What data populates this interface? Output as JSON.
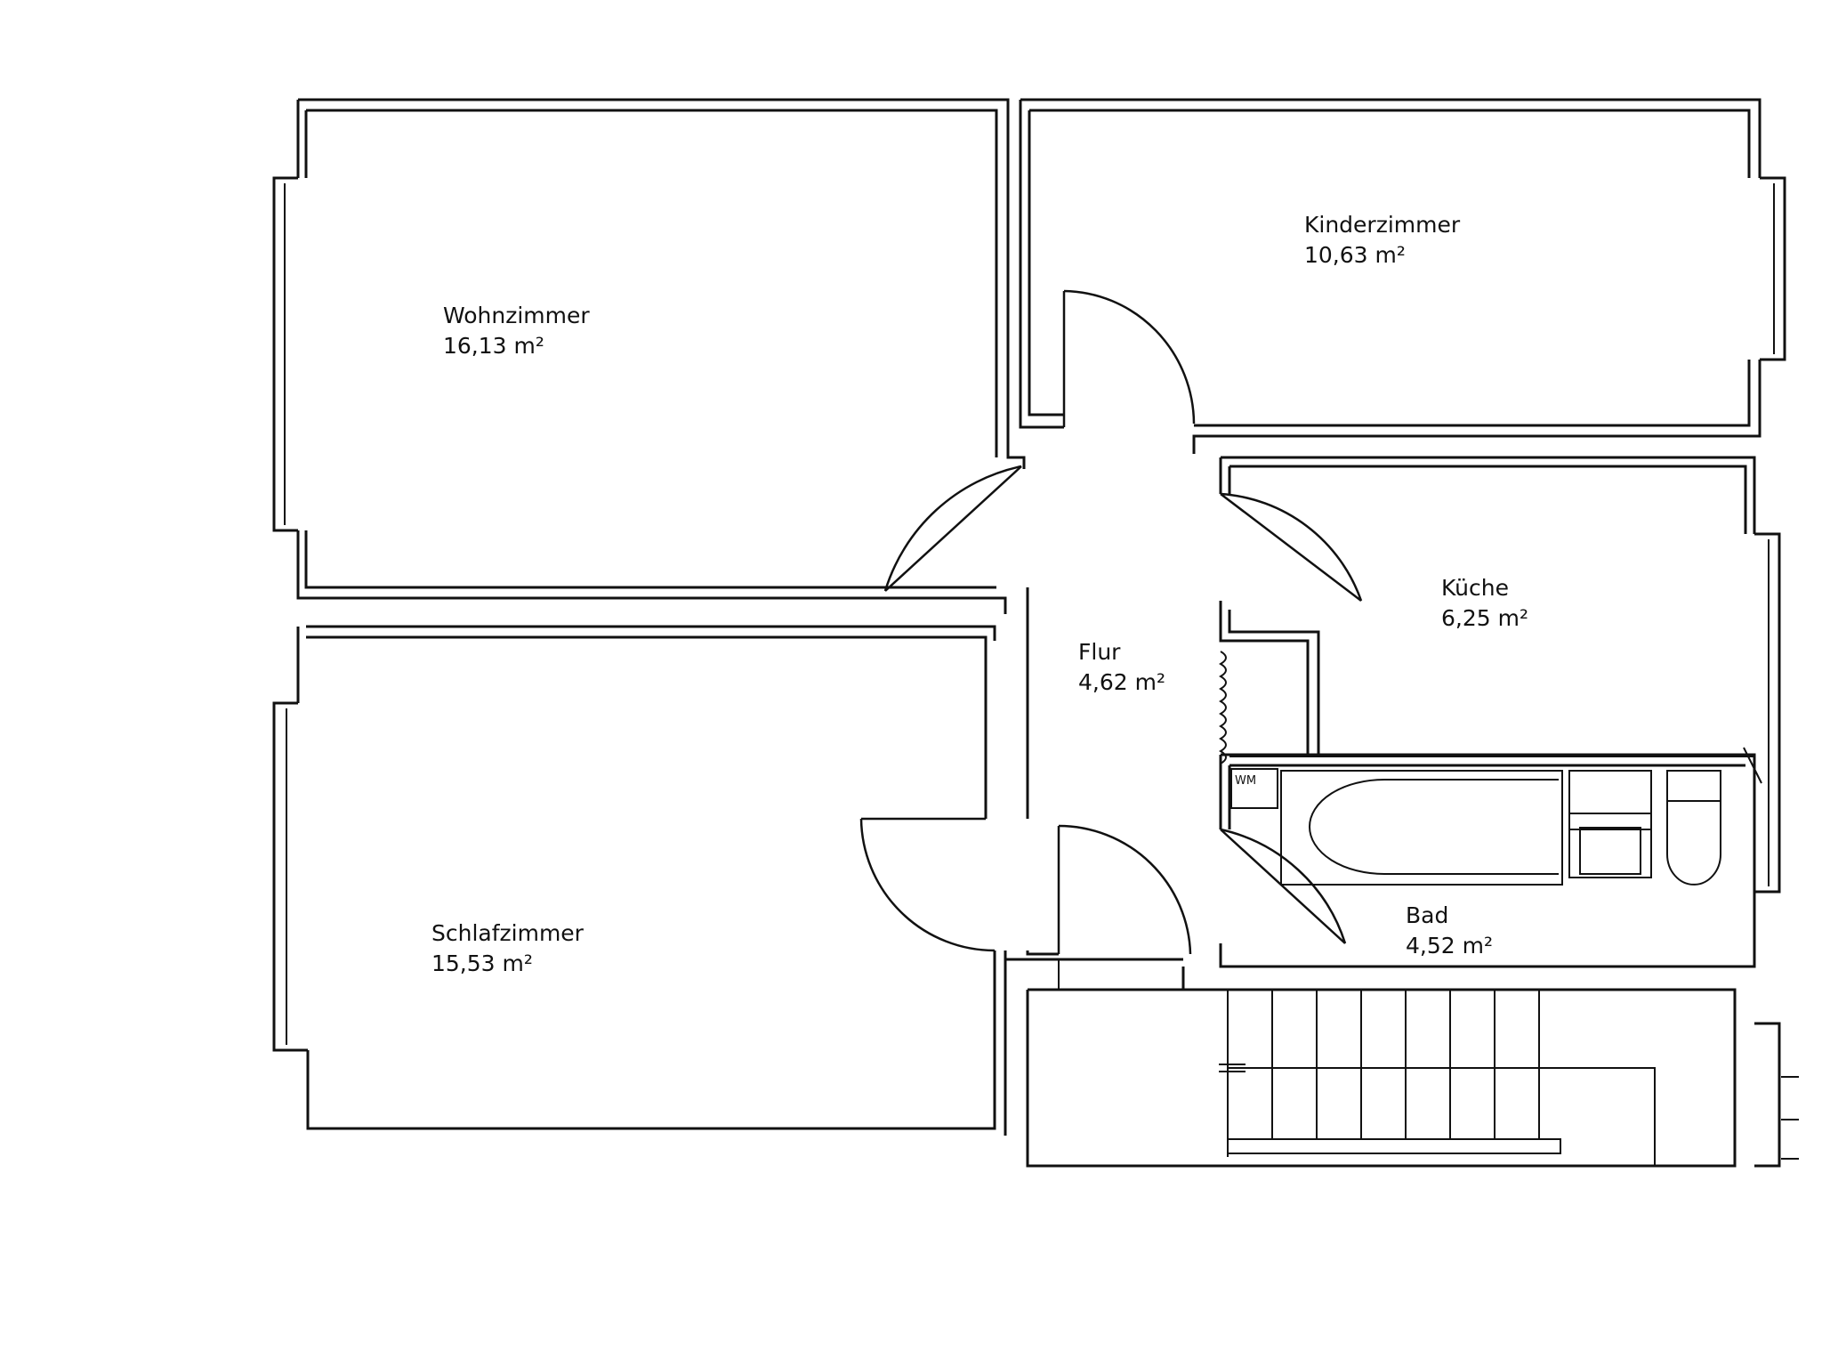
{
  "rooms": {
    "wohnzimmer": {
      "name": "Wohnzimmer",
      "area": "16,13 m²"
    },
    "kinderzimmer": {
      "name": "Kinderzimmer",
      "area": "10,63 m²"
    },
    "kueche": {
      "name": "Küche",
      "area": "6,25 m²"
    },
    "flur": {
      "name": "Flur",
      "area": "4,62 m²"
    },
    "schlafzimmer": {
      "name": "Schlafzimmer",
      "area": "15,53 m²"
    },
    "bad": {
      "name": "Bad",
      "area": "4,52 m²"
    }
  },
  "fixtures": {
    "washer": "WM"
  }
}
